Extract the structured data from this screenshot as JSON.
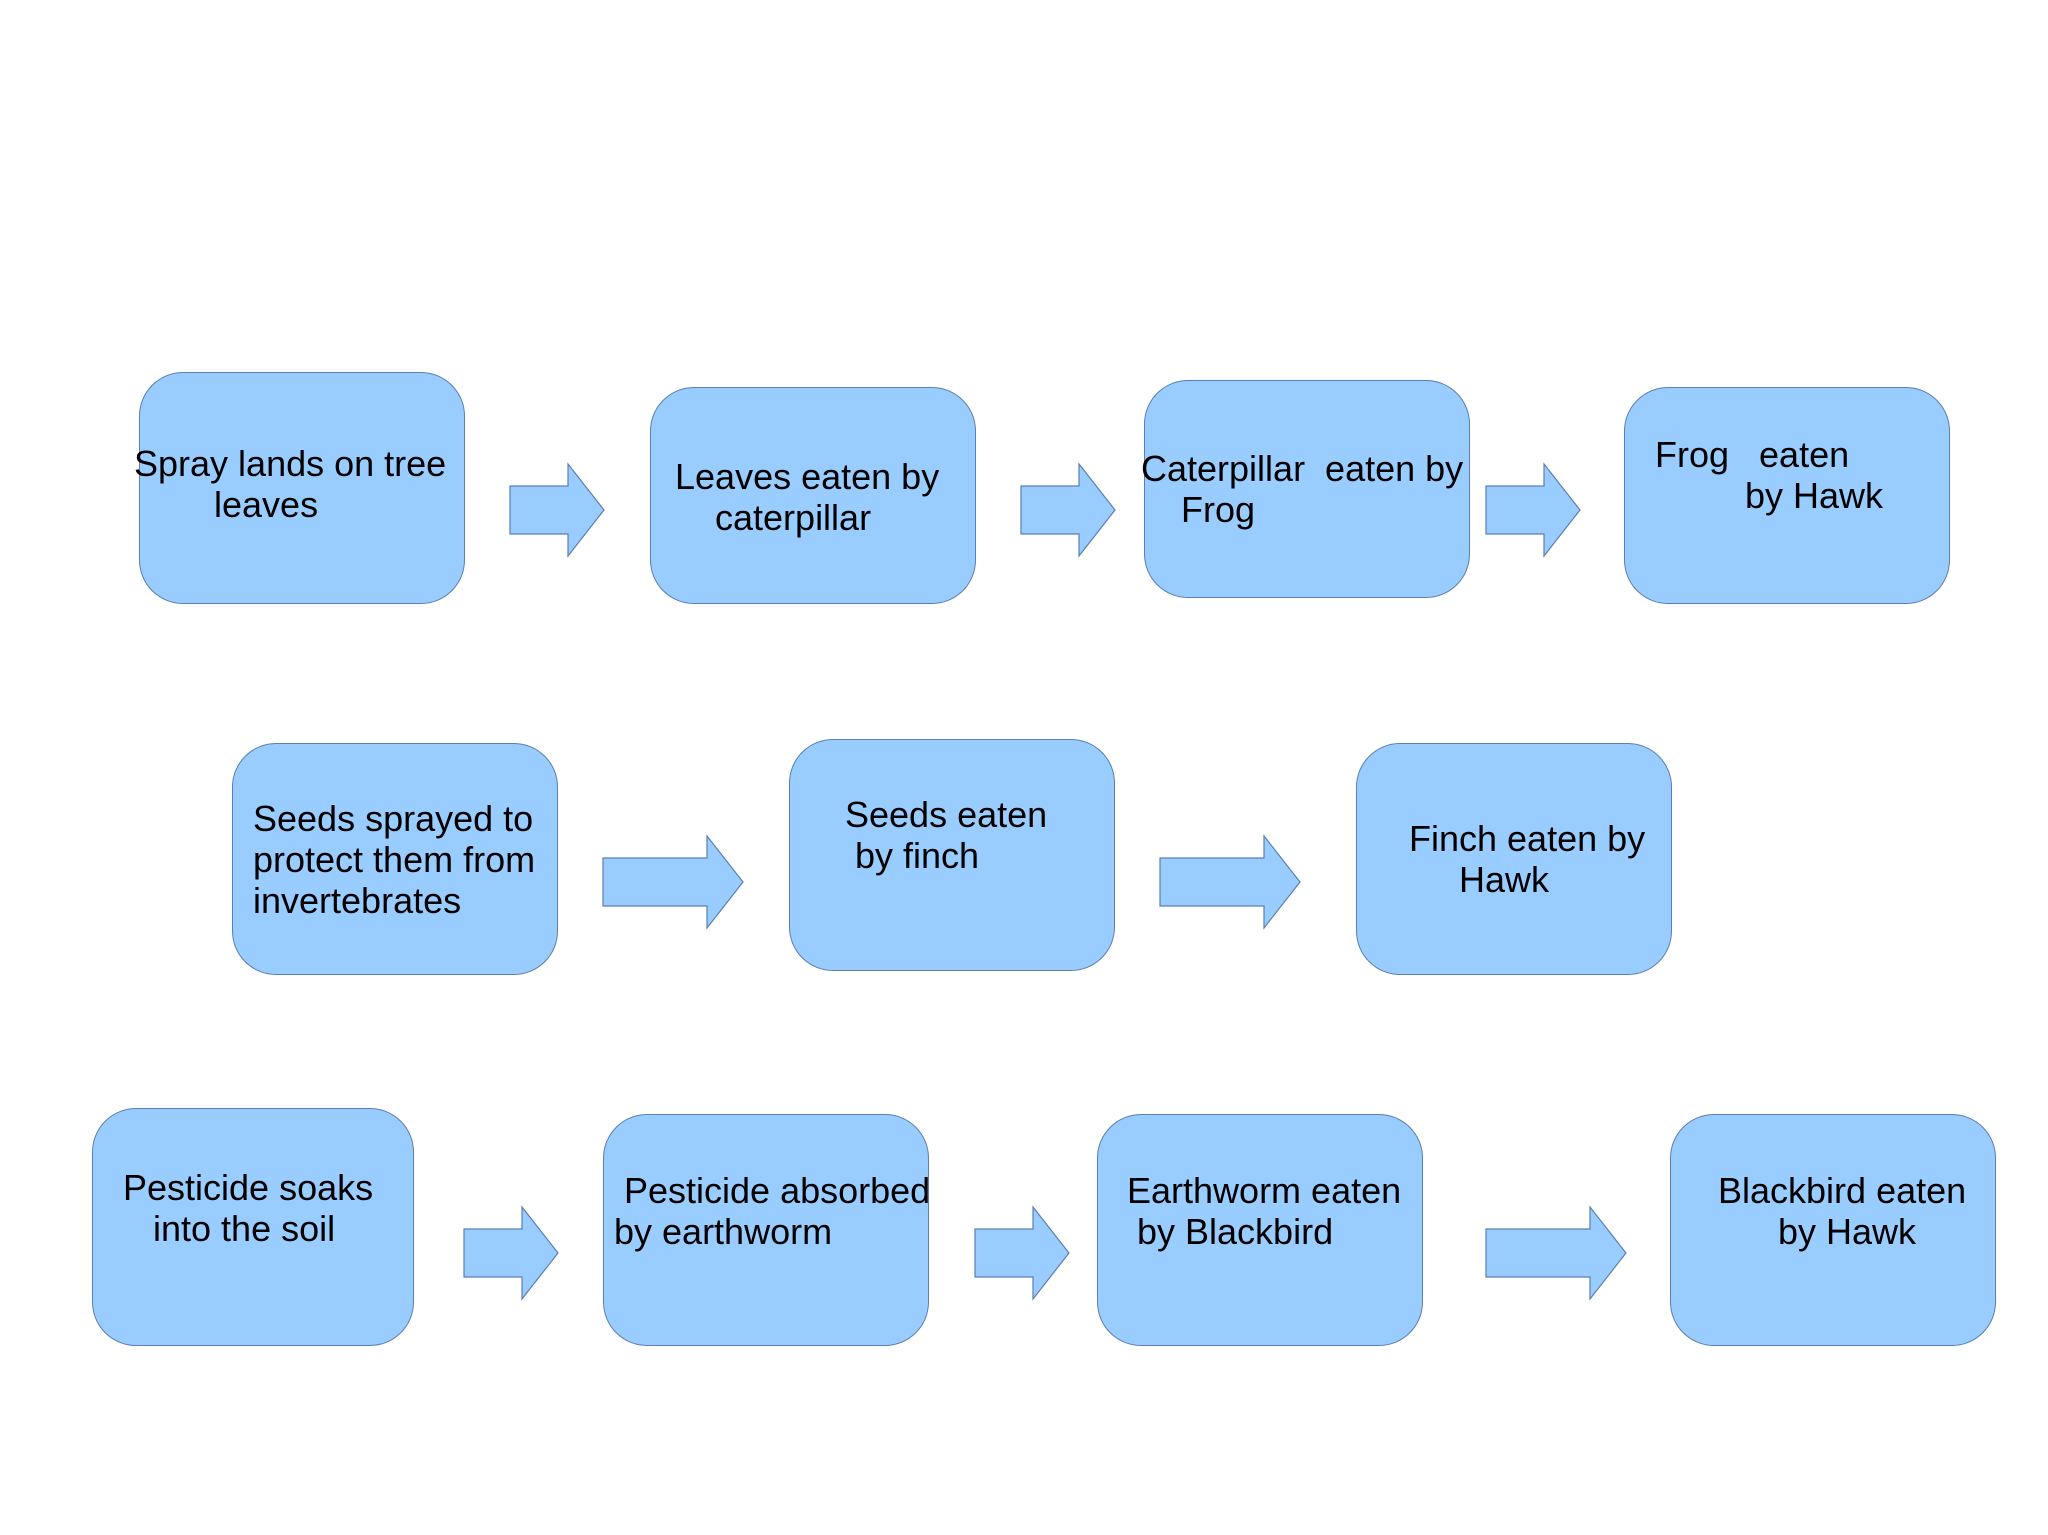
{
  "colors": {
    "box_fill": "#99ccff",
    "box_border": "#5a7fb0",
    "arrow_fill": "#99ccff",
    "arrow_stroke": "#5a7fb0",
    "background": "#ffffff",
    "text": "#000000"
  },
  "chains": [
    {
      "steps": [
        {
          "text": "Spray lands on tree\n        leaves"
        },
        {
          "text": "Leaves eaten by\n    caterpillar"
        },
        {
          "text": "Caterpillar  eaten by\n    Frog"
        },
        {
          "text": "Frog   eaten\n         by Hawk"
        }
      ]
    },
    {
      "steps": [
        {
          "text": "Seeds sprayed to\nprotect them from\ninvertebrates"
        },
        {
          "text": "Seeds eaten\n by finch"
        },
        {
          "text": "Finch eaten by\n     Hawk"
        }
      ]
    },
    {
      "steps": [
        {
          "text": "Pesticide soaks\n   into the soil"
        },
        {
          "text": " Pesticide absorbed\nby earthworm"
        },
        {
          "text": "Earthworm eaten\n by Blackbird"
        },
        {
          "text": "Blackbird eaten\n      by Hawk"
        }
      ]
    }
  ]
}
